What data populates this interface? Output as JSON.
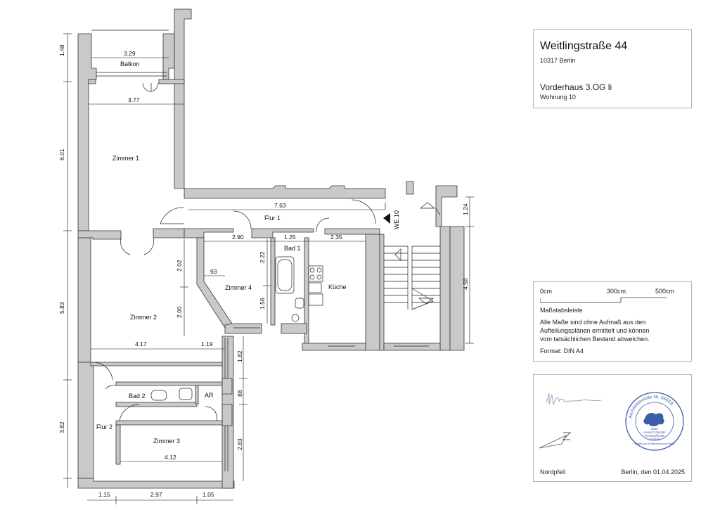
{
  "title": {
    "street": "Weitlingstraße 44",
    "city": "10317 Berlin",
    "unit": "Vorderhaus 3.OG li",
    "apartment": "Wohnung 10"
  },
  "rooms": {
    "balkon": "Balkon",
    "zimmer1": "Zimmer 1",
    "zimmer2": "Zimmer 2",
    "zimmer3": "Zimmer 3",
    "zimmer4": "Zimmer 4",
    "flur1": "Flur 1",
    "flur2": "Flur 2",
    "bad1": "Bad 1",
    "bad2": "Bad 2",
    "kueche": "Küche",
    "ar": "AR",
    "we": "WE 10"
  },
  "dimensions": {
    "d329": "3.29",
    "d377": "3.77",
    "d148": "1.48",
    "d601": "6.01",
    "d763": "7.63",
    "d124": "1.24",
    "d290": "2.90",
    "d125": "1.25",
    "d235": "2.35",
    "d202": "2.02",
    "d222": "2.22",
    "d93": "93",
    "d156": "1.56",
    "d200": "2.00",
    "d458": "4.58",
    "d583": "5.83",
    "d417": "4.17",
    "d119": "1.19",
    "d182": "1.82",
    "d88": "88",
    "d283": "2.83",
    "d382": "3.82",
    "d412": "4.12",
    "d115": "1.15",
    "d297": "2.97",
    "d105": "1.05"
  },
  "legend": {
    "scale_0": "0cm",
    "scale_300": "300cm",
    "scale_500": "500cm",
    "scale_label": "Maßstabsleiste",
    "disclaimer_1": "Alle Maße sind ohne Aufmaß aus den",
    "disclaimer_2": "Aufteilungsplänen ermittelt und können",
    "disclaimer_3": "vom tatsächlichen Bestand abweichen.",
    "format": "Format: DIN A4"
  },
  "footer": {
    "north_label": "Nordpfeil",
    "place_date": "Berlin, den 01.04.2025"
  },
  "stamp": {
    "ring_text": "Architektenliste Nr. 06659",
    "line_1": "staatl.",
    "line_2": "Heinrich Stender",
    "line_3": "Freischaffender",
    "line_4": "Architekt",
    "line_5": "Mitglied der Architektenkammer Berlin"
  },
  "colors": {
    "wall_fill": "#c9c9c9",
    "stamp_blue": "#3b5ea8",
    "border": "#b5b5b5"
  }
}
